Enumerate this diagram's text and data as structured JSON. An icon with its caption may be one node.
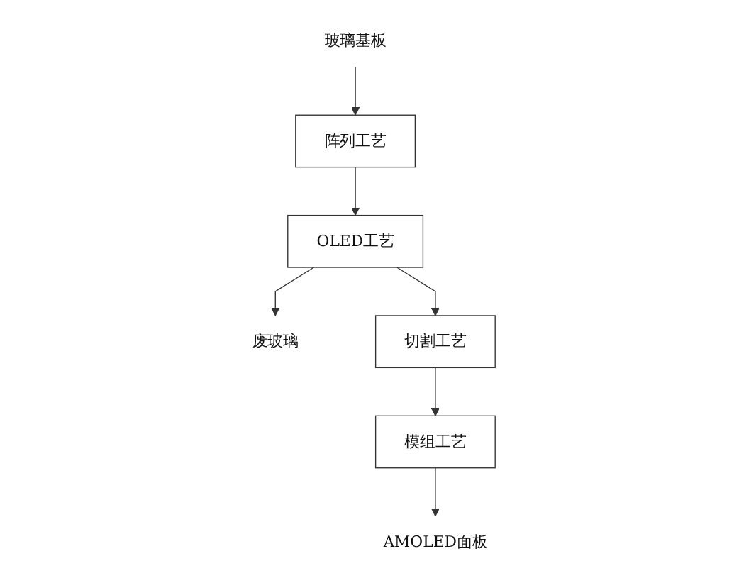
{
  "diagram": {
    "nodes": [
      {
        "text": [
          "玻璃基板"
        ]
      },
      {
        "text": [
          "阵列工艺"
        ]
      },
      {
        "text": [
          "OLED工艺"
        ]
      },
      {
        "text": [
          "废玻璃"
        ]
      },
      {
        "text": [
          "切割工艺"
        ]
      },
      {
        "text": [
          "模组工艺"
        ]
      },
      {
        "text": [
          "AMOLED面板"
        ]
      }
    ],
    "edges": [
      {
        "from": 0,
        "to": 1,
        "arrow": "to"
      },
      {
        "from": 1,
        "to": 2,
        "arrow": "to"
      },
      {
        "from": 2,
        "to": 3,
        "arrow": "to"
      },
      {
        "from": 2,
        "to": 4,
        "arrow": "to"
      },
      {
        "from": 4,
        "to": 5,
        "arrow": "to"
      },
      {
        "from": 5,
        "to": 6,
        "arrow": "to"
      }
    ]
  }
}
